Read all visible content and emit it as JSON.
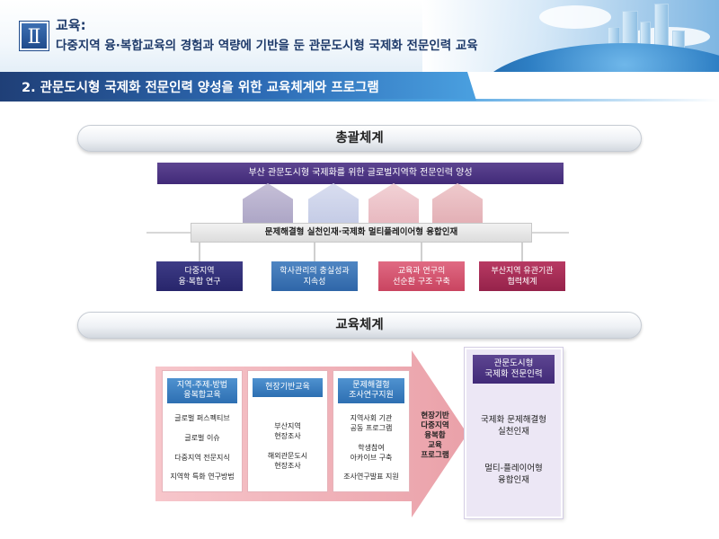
{
  "header": {
    "roman": "Ⅱ",
    "title": "교육:",
    "subtitle": "다중지역 융·복합교육의 경험과 역량에 기반을 둔 관문도시형 국제화 전문인력 교육"
  },
  "section_bar": "2. 관문도시형 국제화 전문인력 양성을 위한 교육체계와 프로그램",
  "overview": {
    "heading": "총괄체계",
    "goal": "부산 관문도시형 국제화를 위한 글로벌지역학 전문인력 양성",
    "middle": "문제해결형 실천인재·국제화 멀티플레이어형 융합인재",
    "pillars": [
      {
        "line1": "다중지역",
        "line2": "융·복합 연구"
      },
      {
        "line1": "학사관리의 충실성과",
        "line2": "지속성"
      },
      {
        "line1": "교육과 연구의",
        "line2": "선순환 구조 구축"
      },
      {
        "line1": "부산지역 유관기관",
        "line2": "협력체계"
      }
    ],
    "colors": {
      "goal": "#412a78",
      "pillar1": "#27256b",
      "pillar2": "#2f66a8",
      "pillar3": "#c94460",
      "pillar4": "#95224a"
    }
  },
  "education": {
    "heading": "교육체계",
    "panels": [
      {
        "head1": "지역-주제-방법",
        "head2": "융복합교육",
        "items": [
          "글로벌 퍼스펙티브",
          "글로벌 이슈",
          "다중지역 전문지식",
          "지역학 특화 연구방법"
        ]
      },
      {
        "head1": "현장기반교육",
        "head2": "",
        "items": [
          "부산지역",
          "현장조사",
          "해외관문도시",
          "현장조사"
        ]
      },
      {
        "head1": "문제해결형",
        "head2": "조사연구지원",
        "items": [
          "지역사회 기관",
          "공동 프로그램",
          "학생참여",
          "아카이브 구축",
          "조사연구발표 지원"
        ]
      }
    ],
    "arrow_label": [
      "현장기반",
      "다중지역",
      "융복합",
      "교육",
      "프로그램"
    ],
    "result": {
      "head1": "관문도시형",
      "head2": "국제화 전문인력",
      "item1_line1": "국제화 문제해결형",
      "item1_line2": "실천인재",
      "item2_line1": "멀티-플레이어형",
      "item2_line2": "융합인재"
    }
  }
}
